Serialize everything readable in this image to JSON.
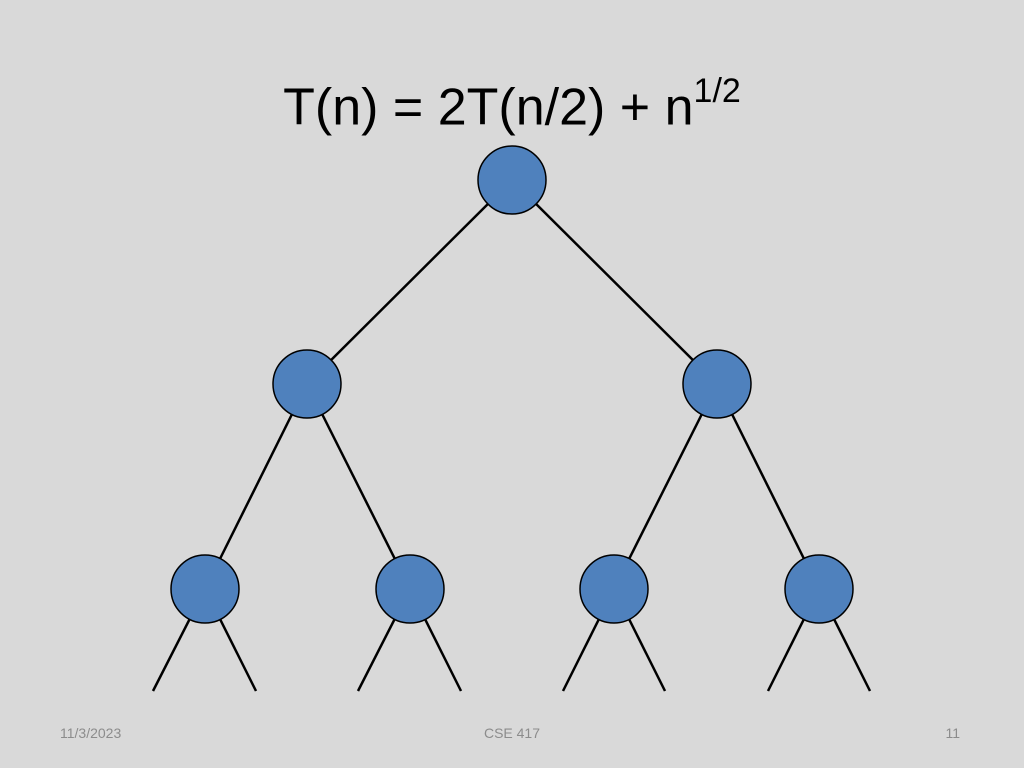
{
  "title": {
    "main": "T(n) = 2T(n/2) + n",
    "exponent": "1/2"
  },
  "tree": {
    "levels": 3,
    "branching": 2,
    "node_color": "#4f81bd",
    "edge_color": "#000000",
    "leaf_edges_trailing": true
  },
  "footer": {
    "date": "11/3/2023",
    "course": "CSE 417",
    "page": "11"
  }
}
